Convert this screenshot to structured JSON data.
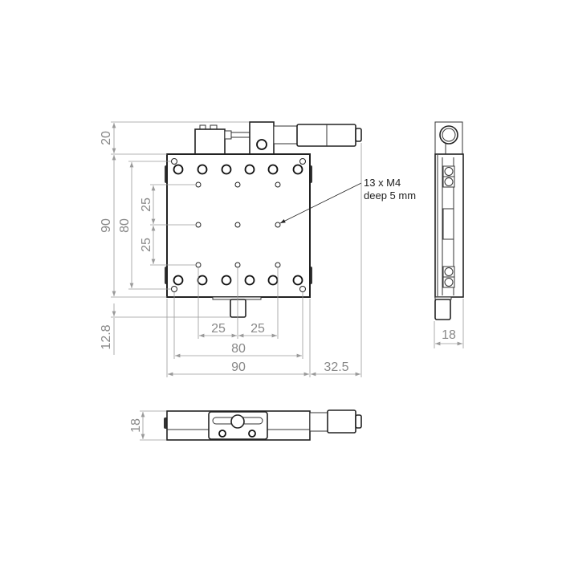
{
  "dimensions": {
    "top_view": {
      "micrometer_overhang_height": "20",
      "plate_height": "90",
      "hole_spacing_vertical": "80",
      "thread_spacing_upper": "25",
      "thread_spacing_lower": "25",
      "knob_offset": "12.8",
      "thread_spacing_left": "25",
      "thread_spacing_right": "25",
      "hole_spacing_horizontal": "80",
      "plate_width": "90",
      "micrometer_overhang_width": "32.5"
    },
    "side_view": {
      "thickness": "18"
    },
    "bottom_view": {
      "thickness": "18"
    }
  },
  "annotation": {
    "line1": "13 x M4",
    "line2": "deep 5 mm"
  }
}
